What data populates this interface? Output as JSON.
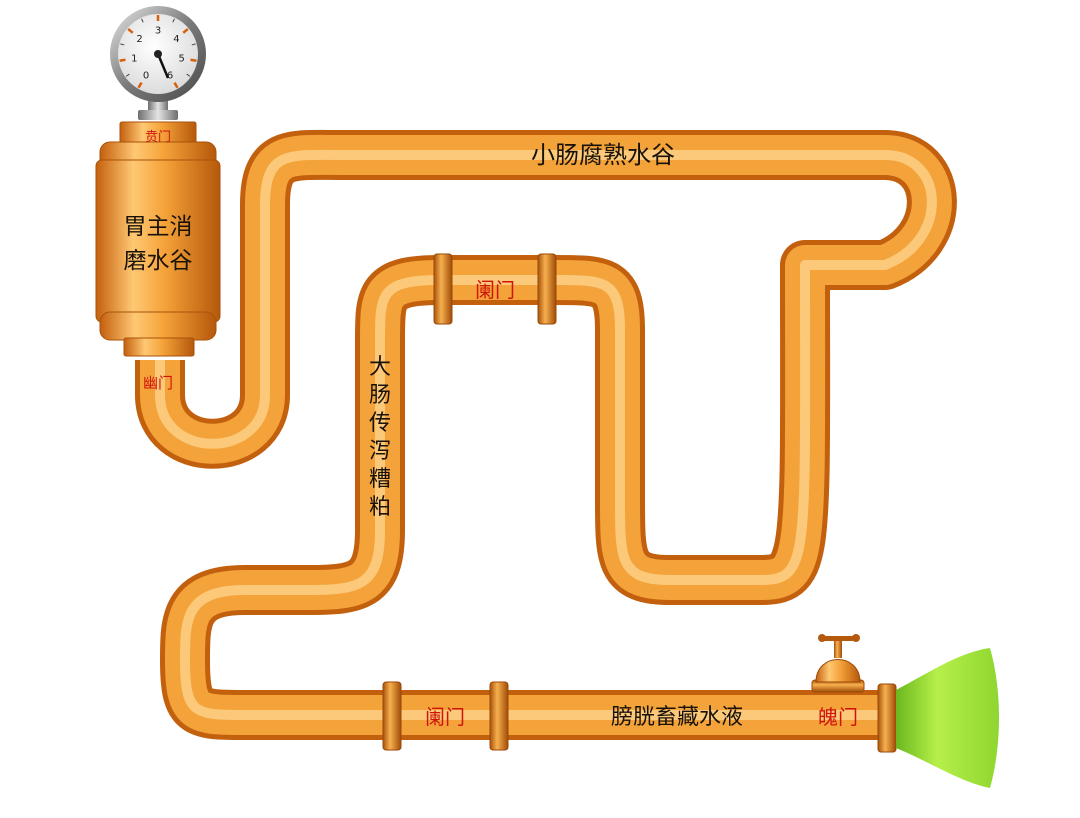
{
  "labels": {
    "stomach_line1": "胃主消",
    "stomach_line2": "磨水谷",
    "gate_ben": "贲门",
    "gate_you": "幽门",
    "small_intestine": "小肠腐熟水谷",
    "large_intestine": [
      "大",
      "肠",
      "传",
      "泻",
      "糟",
      "粕"
    ],
    "gate_lan_top": "阑门",
    "gate_lan_bottom": "阑门",
    "bladder": "膀胱畜藏水液",
    "gate_po": "魄门"
  },
  "gauge": {
    "ticks": [
      "0",
      "1",
      "2",
      "3",
      "4",
      "5",
      "6"
    ]
  },
  "colors": {
    "pipe": "#f3a33a",
    "pipe_dark": "#cd6a10",
    "pipe_highlight": "#ffd590",
    "label_red": "#d0140c",
    "label_dark": "#1a1208",
    "outflow_green": "#9be03a"
  }
}
